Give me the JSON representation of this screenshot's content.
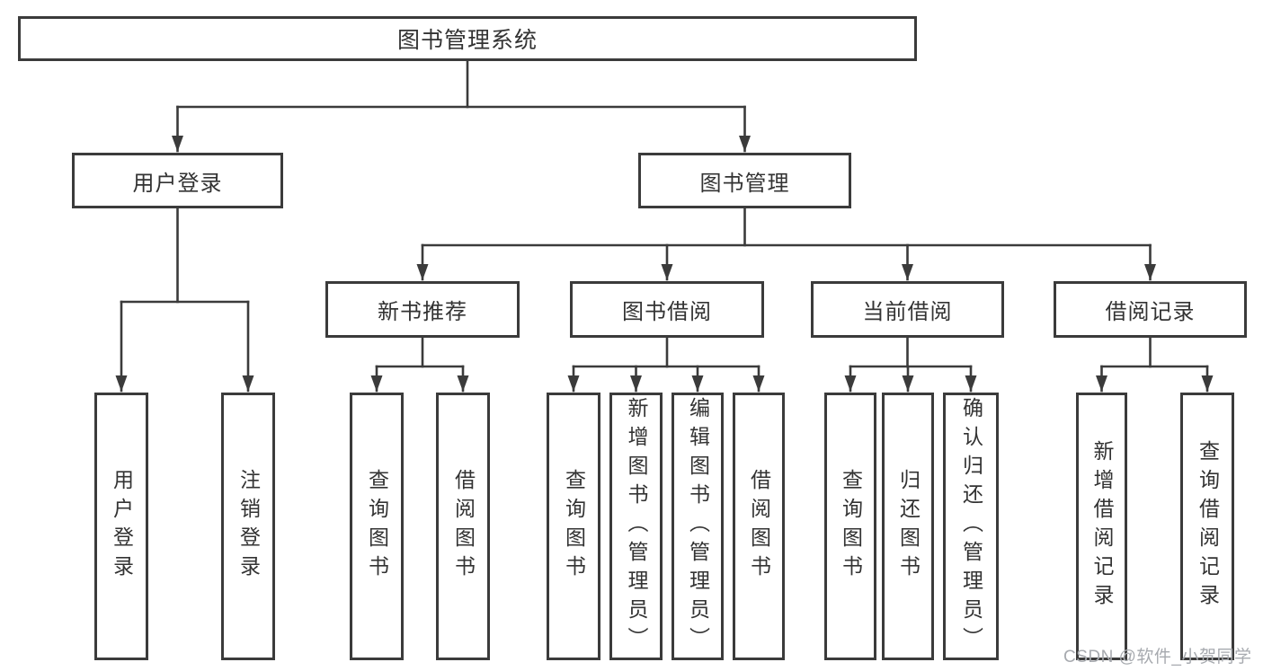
{
  "diagram": {
    "title": "图书管理系统"
  },
  "nodes": {
    "root": {
      "label": "图书管理系统"
    },
    "user-login": {
      "label": "用户登录"
    },
    "book-mgmt": {
      "label": "图书管理"
    },
    "new-book-rec": {
      "label": "新书推荐"
    },
    "book-borrow": {
      "label": "图书借阅"
    },
    "current-borrow": {
      "label": "当前借阅"
    },
    "borrow-record": {
      "label": "借阅记录"
    },
    "login": {
      "label": "用户登录"
    },
    "logout": {
      "label": "注销登录"
    },
    "nb-query": {
      "label": "查询图书"
    },
    "nb-borrow": {
      "label": "借阅图书"
    },
    "bb-query": {
      "label": "查询图书"
    },
    "bb-add": {
      "label": "新增图书（管理员）"
    },
    "bb-edit": {
      "label": "编辑图书（管理员）"
    },
    "bb-borrow": {
      "label": "借阅图书"
    },
    "cb-query": {
      "label": "查询图书"
    },
    "cb-return": {
      "label": "归还图书"
    },
    "cb-confirm": {
      "label": "确认归还（管理员）"
    },
    "br-add": {
      "label": "新增借阅记录"
    },
    "br-query": {
      "label": "查询借阅记录"
    }
  },
  "tree": {
    "root": [
      "user-login",
      "book-mgmt"
    ],
    "user-login": [
      "login",
      "logout"
    ],
    "book-mgmt": [
      "new-book-rec",
      "book-borrow",
      "current-borrow",
      "borrow-record"
    ],
    "new-book-rec": [
      "nb-query",
      "nb-borrow"
    ],
    "book-borrow": [
      "bb-query",
      "bb-add",
      "bb-edit",
      "bb-borrow"
    ],
    "current-borrow": [
      "cb-query",
      "cb-return",
      "cb-confirm"
    ],
    "borrow-record": [
      "br-add",
      "br-query"
    ]
  },
  "watermark": {
    "text": "CSDN @软件_小贺同学"
  },
  "colors": {
    "line": "#3b3b3b",
    "box_border": "#3b3b3b",
    "text": "#333333",
    "watermark": "#a7aaaf",
    "background": "#ffffff"
  }
}
